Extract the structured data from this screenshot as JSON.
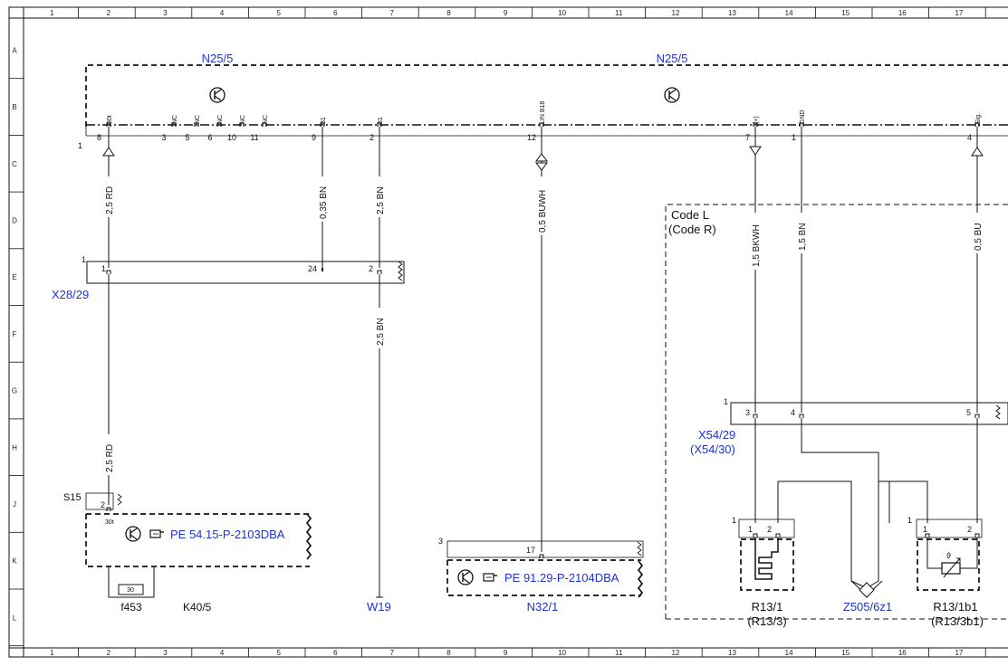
{
  "grid": {
    "columns": [
      "1",
      "2",
      "3",
      "4",
      "5",
      "6",
      "7",
      "8",
      "9",
      "10",
      "11",
      "12",
      "13",
      "14",
      "15",
      "16",
      "17"
    ],
    "rows": [
      "A",
      "B",
      "C",
      "D",
      "E",
      "F",
      "G",
      "H",
      "J",
      "K",
      "L"
    ]
  },
  "module": {
    "name_left": "N25/5",
    "name_right": "N25/5",
    "group_num": "1",
    "pins": [
      {
        "num": "8",
        "sig": "30t"
      },
      {
        "num": "3",
        "sig": "NC"
      },
      {
        "num": "5",
        "sig": "NC"
      },
      {
        "num": "6",
        "sig": "NC"
      },
      {
        "num": "10",
        "sig": "NC"
      },
      {
        "num": "11",
        "sig": "NC"
      },
      {
        "num": "9",
        "sig": "31"
      },
      {
        "num": "2",
        "sig": "31"
      },
      {
        "num": "12",
        "sig": "LIN B18"
      },
      {
        "num": "7",
        "sig": "(+)"
      },
      {
        "num": "1",
        "sig": "GND"
      },
      {
        "num": "4",
        "sig": "Sig."
      }
    ]
  },
  "wires": {
    "w1": "2,5 RD",
    "w2": "0,35 BN",
    "w3": "2,5 BN",
    "w4": "0,5 BUWH",
    "w5": "1,5 BKWH",
    "w6": "1,5 BN",
    "w7": "0,5 BU",
    "w8": "2,5 BN",
    "w9": "2,5 RD"
  },
  "x28": {
    "label": "X28/29",
    "group_num": "1",
    "pins": [
      "1",
      "24",
      "2"
    ]
  },
  "code": {
    "line1": "Code L",
    "line2": "(Code R)"
  },
  "x54": {
    "label1": "X54/29",
    "label2": "(X54/30)",
    "group_num": "1",
    "pins": [
      "3",
      "4",
      "5"
    ]
  },
  "k40": {
    "s15": "S15",
    "pin2": "2",
    "pin30t": "30t",
    "ref": "PE 54.15-P-2103DBA",
    "fuse_num": "30",
    "fuse_label": "f453",
    "label": "K40/5"
  },
  "w19": "W19",
  "n32": {
    "group_num": "3",
    "pin": "17",
    "ref": "PE 91.29-P-2104DBA",
    "label": "N32/1"
  },
  "r13": {
    "group_num": "1",
    "pin1": "1",
    "pin2": "2",
    "label1": "R13/1",
    "label2": "(R13/3)"
  },
  "z505": "Z505/6z1",
  "r13b1": {
    "group_num": "1",
    "pin1": "1",
    "pin2": "2",
    "theta": "ϑ",
    "label1": "R13/1b1",
    "label2": "(R13/3b1)"
  }
}
